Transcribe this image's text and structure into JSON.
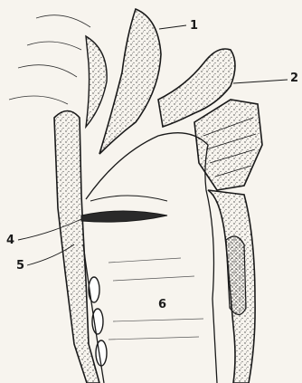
{
  "labels": {
    "l1": "1",
    "l2": "2",
    "l4": "4",
    "l5": "5",
    "l6": "6"
  },
  "colors": {
    "paper": "#f7f4ee",
    "ink": "#1a1a1a"
  }
}
